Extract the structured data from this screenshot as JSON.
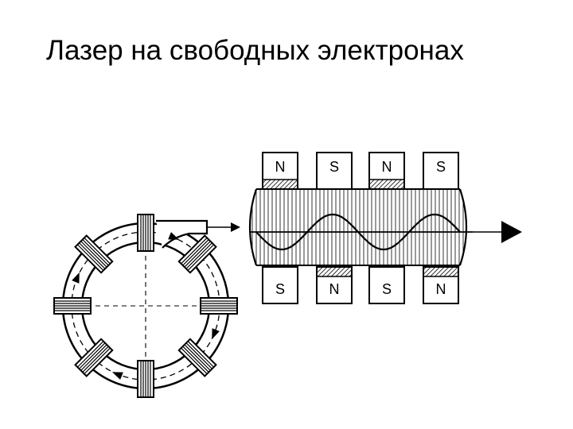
{
  "slide": {
    "title": "Лазер на свободных электронах"
  },
  "undulator": {
    "top_poles": [
      "N",
      "S",
      "N",
      "S"
    ],
    "bottom_poles": [
      "S",
      "N",
      "S",
      "N"
    ],
    "wave_periods": 2
  },
  "storage_ring": {
    "magnet_count": 8,
    "direction_arrows": 4
  },
  "colors": {
    "ink": "#000000",
    "background": "#ffffff"
  }
}
